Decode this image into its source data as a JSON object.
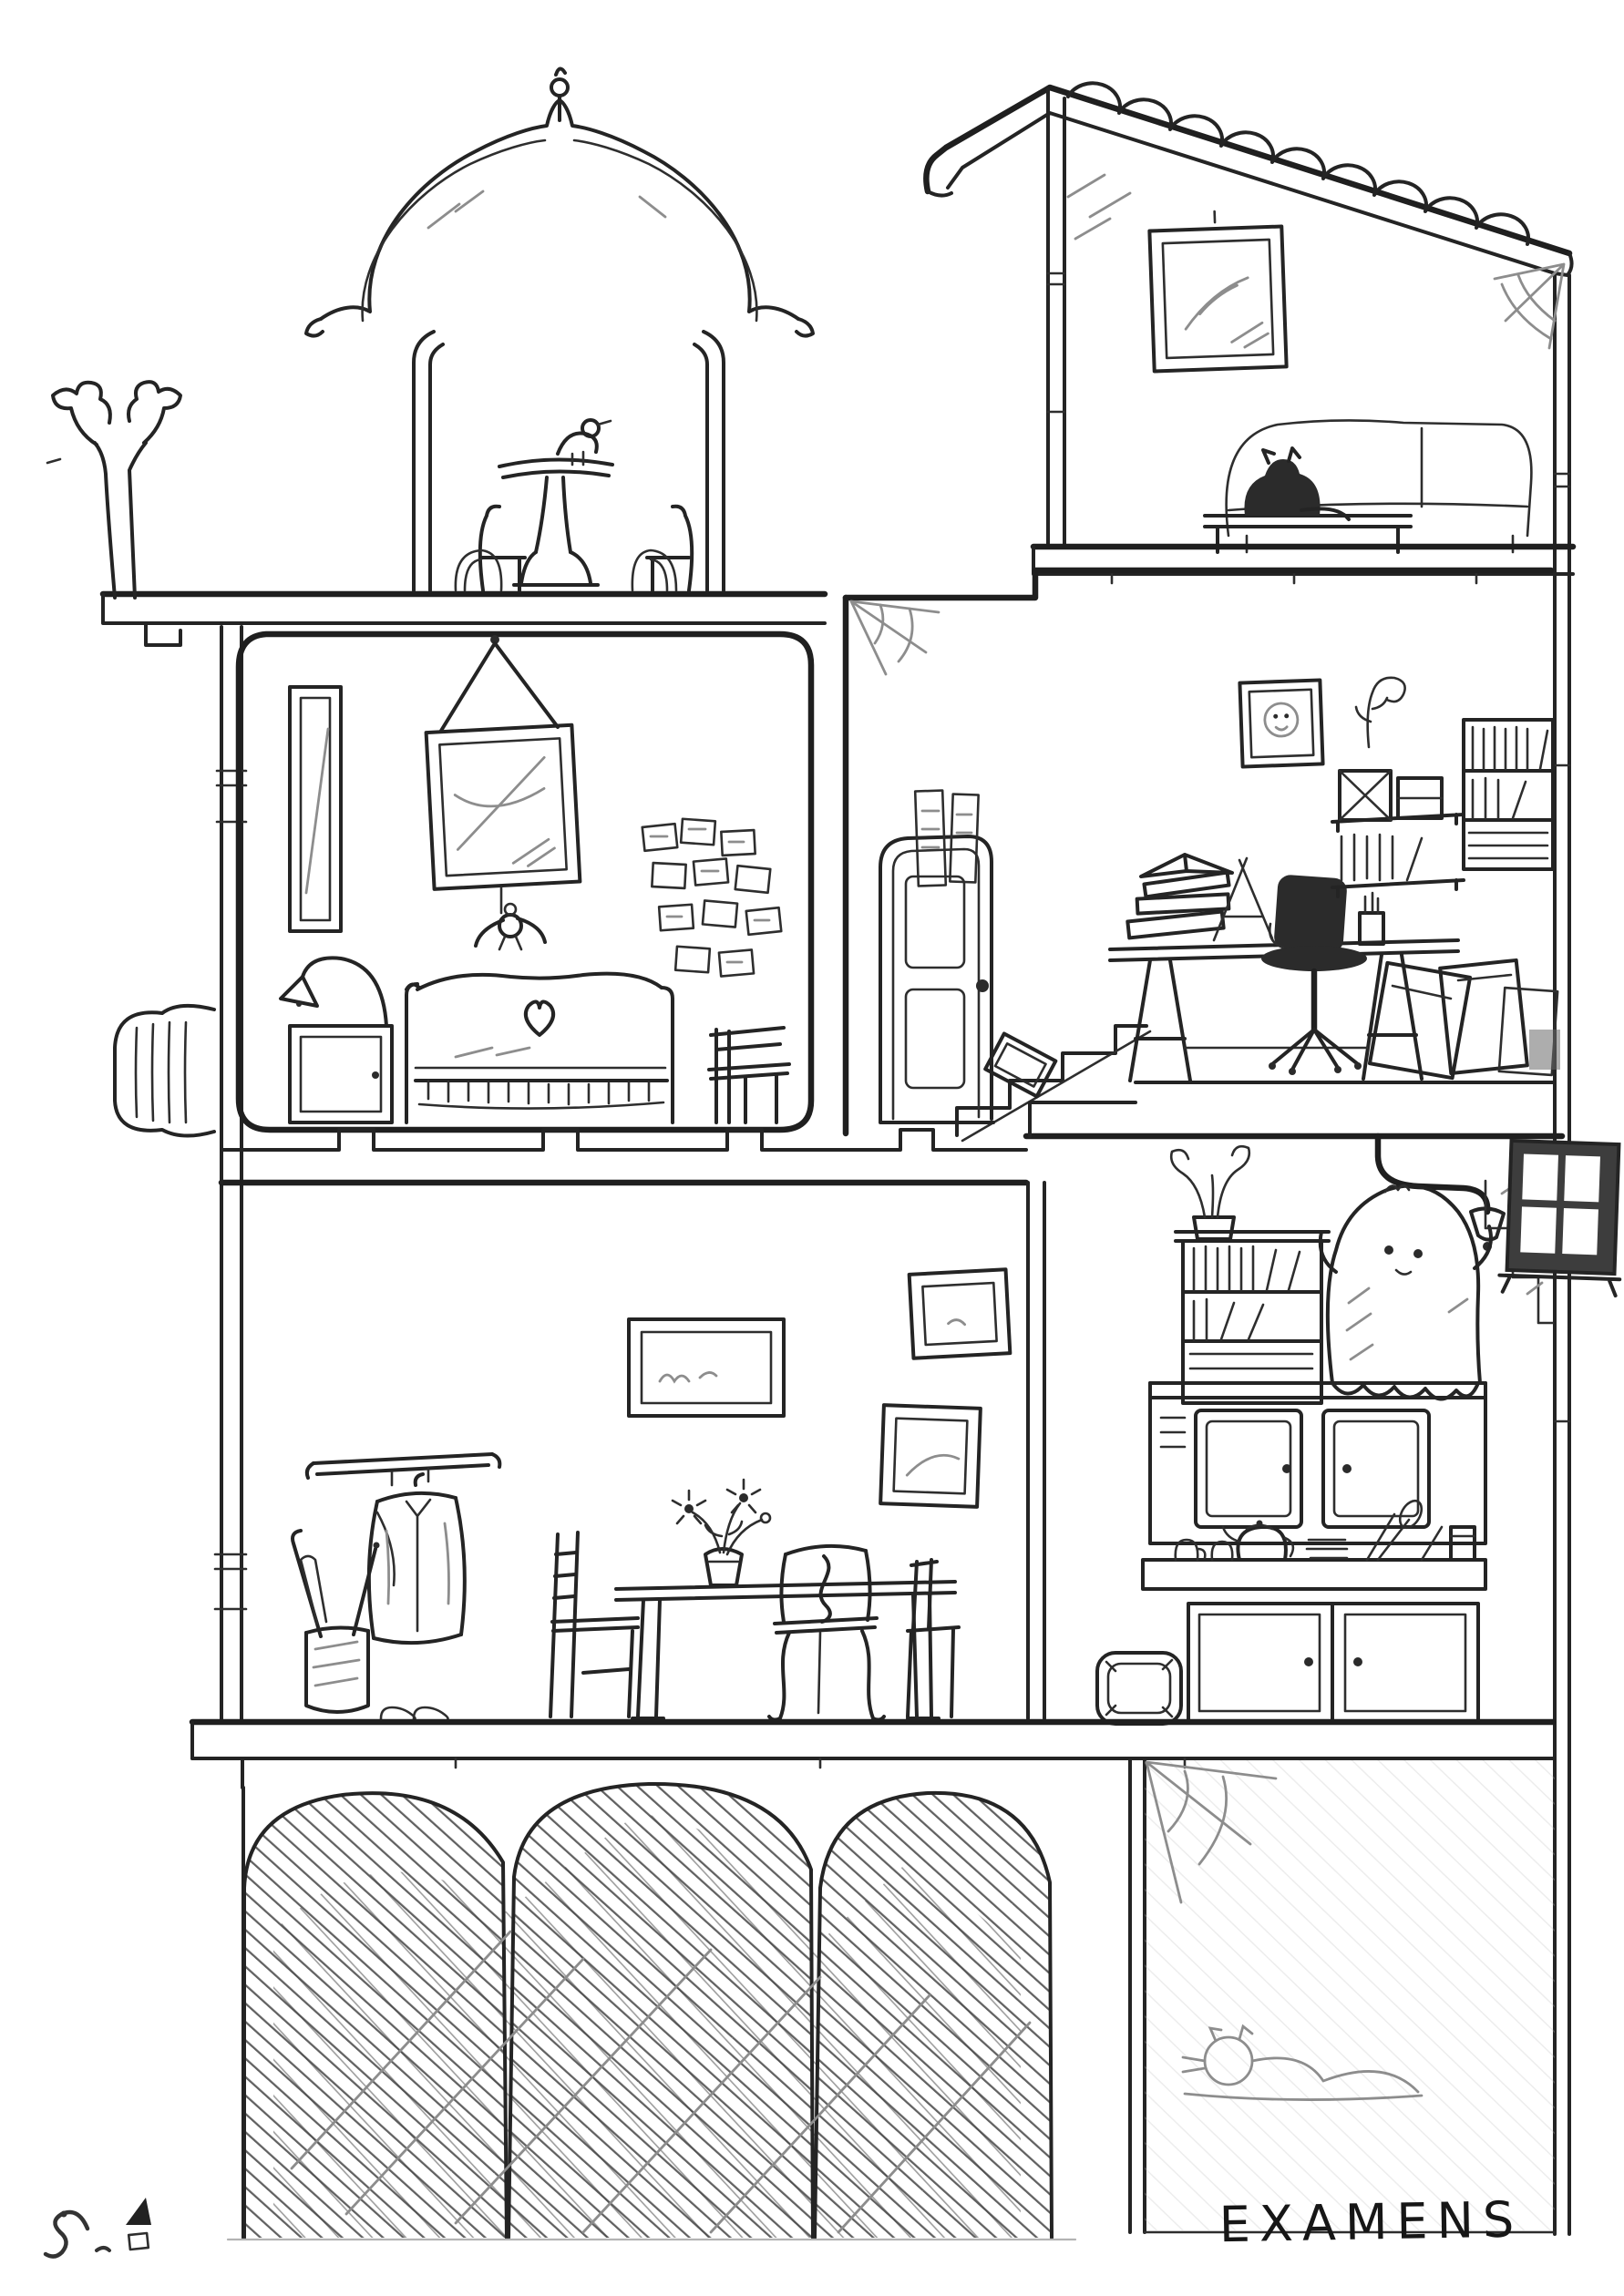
{
  "artwork": {
    "caption": "EXAMENS",
    "palette": {
      "ink": "#242424",
      "pencil": "#8d8d8d",
      "paper": "#ffffff"
    },
    "scene": {
      "areas": [
        "rooftop-pagoda-terrace",
        "attic-lounge",
        "bedroom",
        "study",
        "hallway-dining",
        "kitchen",
        "cellar"
      ]
    }
  }
}
